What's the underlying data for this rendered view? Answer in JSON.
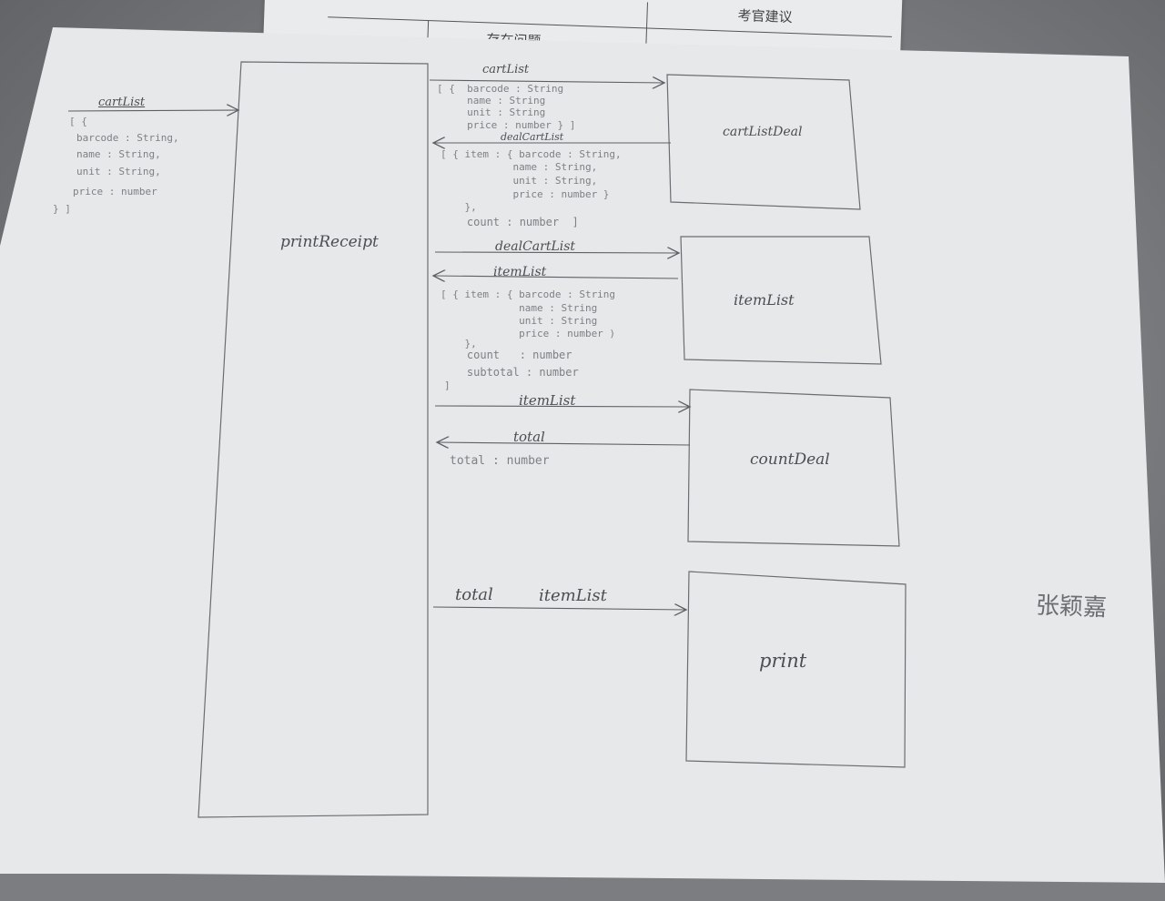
{
  "back_sheet": {
    "header": "存在问题",
    "header2": "考官建议"
  },
  "diagram": {
    "main_box": "printReceipt",
    "boxes": {
      "cartListDeal": "cartListDeal",
      "itemList": "itemList",
      "countDeal": "countDeal",
      "print": "print"
    },
    "input": {
      "label": "cartList",
      "schema": [
        "[ {",
        "barcode : String,",
        "name : String,",
        "unit : String,",
        "price : number",
        "} ]"
      ]
    },
    "arrows": {
      "a1": "cartList",
      "a2": "dealCartList",
      "a3": "dealCartList",
      "a4": "itemList",
      "a5": "itemList",
      "a6": "total",
      "a7_left": "total",
      "a7_right": "itemList"
    },
    "schema_cartList": [
      "[ {  barcode : String",
      "     name : String",
      "     unit : String",
      "     price : number } ]"
    ],
    "schema_dealCartList": [
      "[ { item : { barcode : String,",
      "            name : String,",
      "            unit : String,",
      "            price : number }",
      "    },",
      "    count : number  ]"
    ],
    "schema_itemList": [
      "[ { item : { barcode : String",
      "             name : String",
      "             unit : String",
      "             price : number )",
      "    },",
      "    count   : number",
      "    subtotal : number",
      "]"
    ],
    "schema_total": "total : number",
    "signature": "张颖嘉"
  }
}
